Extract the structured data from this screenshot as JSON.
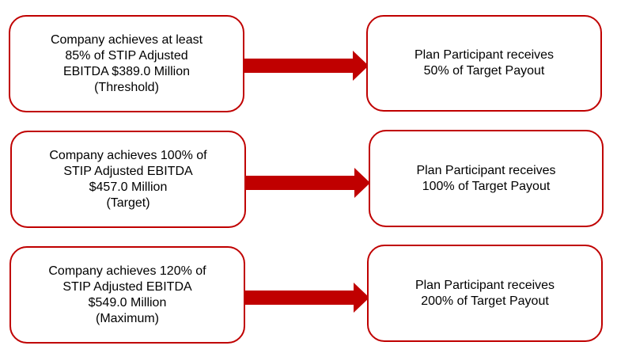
{
  "colors": {
    "border": "#c00000",
    "arrow": "#c00000",
    "text": "#000000",
    "background": "#ffffff"
  },
  "rows": [
    {
      "left_lines": [
        "Company achieves at least",
        "85% of STIP Adjusted",
        "EBITDA $389.0 Million",
        "(Threshold)"
      ],
      "right_lines": [
        "Plan Participant receives",
        "50% of Target Payout"
      ]
    },
    {
      "left_lines": [
        "Company achieves 100% of",
        "STIP Adjusted EBITDA",
        "$457.0 Million",
        "(Target)"
      ],
      "right_lines": [
        "Plan Participant receives",
        "100% of Target Payout"
      ]
    },
    {
      "left_lines": [
        "Company achieves 120% of",
        "STIP Adjusted EBITDA",
        "$549.0 Million",
        "(Maximum)"
      ],
      "right_lines": [
        "Plan Participant receives",
        "200% of Target Payout"
      ]
    }
  ]
}
